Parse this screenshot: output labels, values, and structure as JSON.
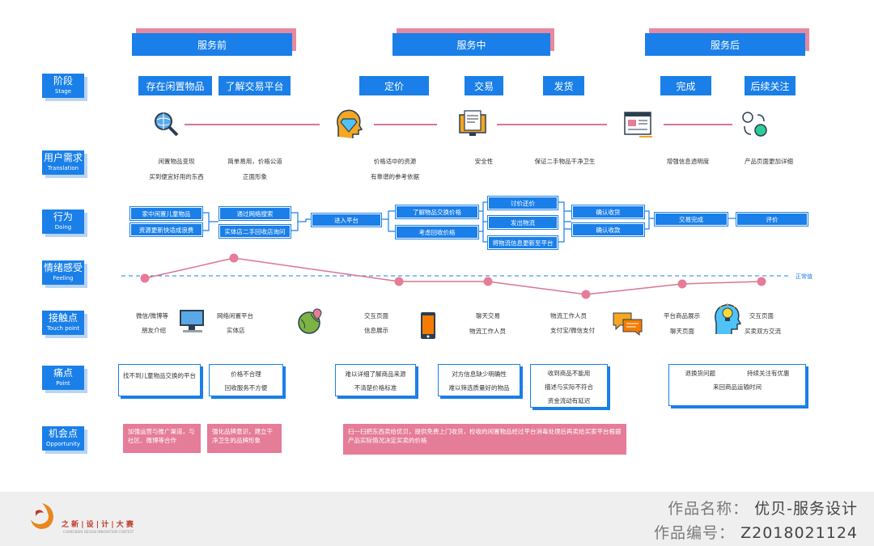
{
  "phases": {
    "before": "服务前",
    "during": "服务中",
    "after": "服务后"
  },
  "rows": {
    "stage": {
      "cn": "阶段",
      "en": "Stage"
    },
    "needs": {
      "cn": "用户需求",
      "en": "Translation"
    },
    "doing": {
      "cn": "行为",
      "en": "Doing"
    },
    "feeling": {
      "cn": "情绪感受",
      "en": "Feeling"
    },
    "touch": {
      "cn": "接触点",
      "en": "Touch point"
    },
    "pain": {
      "cn": "痛点",
      "en": "Point"
    },
    "opportunity": {
      "cn": "机会点",
      "en": "Opportunity"
    }
  },
  "stages": [
    "存在闲置物品",
    "了解交易平台",
    "定价",
    "交易",
    "发货",
    "完成",
    "后续关注"
  ],
  "needs": [
    {
      "l1": "闲置物品变现",
      "l2": "买到便宜好用的东西"
    },
    {
      "l1": "简单易用，价格公道",
      "l2": "正面形象"
    },
    {
      "l1": "价格适中的资源",
      "l2": "有靠谱的参考依据"
    },
    {
      "l1": "安全性",
      "l2": ""
    },
    {
      "l1": "保证二手物品干净卫生",
      "l2": ""
    },
    {
      "l1": "增强信息透明度",
      "l2": ""
    },
    {
      "l1": "产品页面更加详细",
      "l2": ""
    }
  ],
  "actions": {
    "a1": "家中闲置儿童物品",
    "a2": "资源更新快适成浪费",
    "b1": "通过网络搜索",
    "b2": "实体店二手回收店询问",
    "c": "进入平台",
    "d1": "了解物品交换价格",
    "d2": "考虑回收价格",
    "e1": "讨价还价",
    "e2": "发出物流",
    "e3": "将物流信息更新至平台",
    "f1": "确认收货",
    "f2": "确认收款",
    "g": "交易完成",
    "h": "评价"
  },
  "feeling_baseline_label": "正常值",
  "feeling_values": [
    -0.3,
    2.2,
    -0.7,
    -0.7,
    -2.3,
    -1.0,
    -0.7
  ],
  "touchpoints": {
    "t1a": "微信/微博等",
    "t1b": "朋友介绍",
    "t2a": "网络闲置平台",
    "t2b": "实体店",
    "t3a": "交互页面",
    "t3b": "信息展示",
    "t4a": "聊天交易",
    "t4b": "物流工作人员",
    "t5a": "物流工作人员",
    "t5b": "支付宝/微信支付",
    "t6a": "平台商品展示",
    "t6b": "聊天页面",
    "t7a": "交互页面",
    "t7b": "买卖双方交流"
  },
  "pains": [
    {
      "l1": "找不到儿童物品交换的平台",
      "l2": ""
    },
    {
      "l1": "价格不合理",
      "l2": "回收服务不方便"
    },
    {
      "l1": "难以详细了解商品来源",
      "l2": "不清楚价格标准"
    },
    {
      "l1": "对方信息缺少明确性",
      "l2": "难以筛选质量好的物品"
    },
    {
      "l1": "收到商品不能用",
      "l2": "描述与实际不符合",
      "l3": "资金流动有延迟"
    },
    {
      "l1": "退换货问题",
      "l1b": "持续关注有优惠",
      "l2": "来回商品运输时间"
    }
  ],
  "opportunities": [
    "加强运营与推广渠道，与社区、微博等合作",
    "强化品牌意识，建立干净卫生的品牌形象",
    "扫一扫把东西卖给优贝，提供免费上门收货，检收的闲置物品经过平台消毒处理后再卖给买家平台根据产品实际情况决定买卖的价格"
  ],
  "footer": {
    "name_label": "作品名称：",
    "name_value": "优贝-服务设计",
    "id_label": "作品编号：",
    "id_value": "Z2018021124",
    "logo_text": "之 新 | 设 | 计 | 大 赛",
    "logo_sub": "CHANGNSIN DESIGN INNOVATION CONTEST"
  },
  "colors": {
    "blue": "#1a7fe8",
    "pink": "#e57c98",
    "line": "#d9768f"
  }
}
